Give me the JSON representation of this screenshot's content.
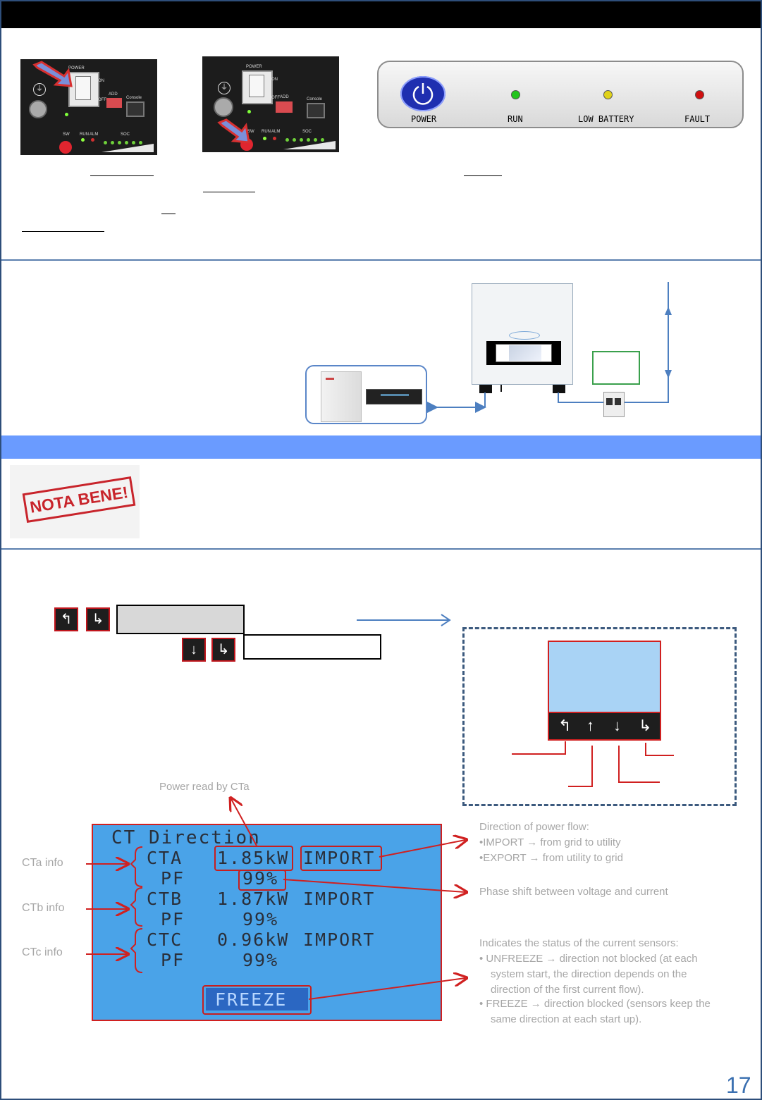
{
  "header_bar": {
    "color": "#000000"
  },
  "battery_panel": {
    "power_label": "POWER",
    "on_label": "ON",
    "off_label": "OFF",
    "add_label": "ADD",
    "console_label": "Console",
    "sw_label": "SW",
    "run_label": "RUN",
    "alm_label": "ALM",
    "soc_label": "SOC"
  },
  "inverter_status": {
    "power": "POWER",
    "run": "RUN",
    "low_battery": "LOW BATTERY",
    "fault": "FAULT",
    "colors": {
      "run": "#22c41c",
      "low_battery": "#e0d21a",
      "fault": "#d01010",
      "power": "#1f2fb0"
    }
  },
  "section_bar": {
    "color": "#6a9bff"
  },
  "nota_bene": {
    "text": "NOTA BENE!"
  },
  "display_keys": {
    "escape_icon": "escape-arrow-icon",
    "up_icon": "up-arrow-icon",
    "down_icon": "down-arrow-icon",
    "enter_icon": "enter-arrow-icon"
  },
  "lcd": {
    "title": "CT Direction",
    "rows": [
      {
        "name": "CTA",
        "power": "1.85kW",
        "direction": "IMPORT",
        "pf_label": "PF",
        "pf": "99%"
      },
      {
        "name": "CTB",
        "power": "1.87kW",
        "direction": "IMPORT",
        "pf_label": "PF",
        "pf": "99%"
      },
      {
        "name": "CTC",
        "power": "0.96kW",
        "direction": "IMPORT",
        "pf_label": "PF",
        "pf": "99%"
      }
    ],
    "freeze": "FREEZE"
  },
  "annotations": {
    "power_read": "Power read by CTa",
    "cta_info": "CTa info",
    "ctb_info": "CTb info",
    "ctc_info": "CTc info",
    "direction_title": "Direction of power flow:",
    "direction_import": "•IMPORT → from grid to utility",
    "direction_export": "•EXPORT → from utility to grid",
    "phase_shift": "Phase shift between voltage and current",
    "status_title": "Indicates the status of the current sensors:",
    "unfreeze_1": "•  UNFREEZE → direction not blocked (at each",
    "unfreeze_2": "system start, the direction depends on the",
    "unfreeze_3": "direction of the first current flow).",
    "freeze_1": "•  FREEZE → direction blocked (sensors keep the",
    "freeze_2": "same direction at each start up)."
  },
  "page_number": "17"
}
